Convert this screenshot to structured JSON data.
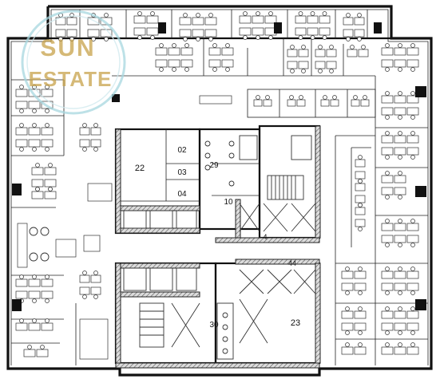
{
  "rooms": [
    {
      "id": "r22",
      "label": "22"
    },
    {
      "id": "r02",
      "label": "02"
    },
    {
      "id": "r03",
      "label": "03"
    },
    {
      "id": "r04",
      "label": "04"
    },
    {
      "id": "r29",
      "label": "29"
    },
    {
      "id": "r10",
      "label": "10"
    },
    {
      "id": "r30",
      "label": "30"
    },
    {
      "id": "r23",
      "label": "23"
    },
    {
      "id": "r44",
      "label": "44"
    },
    {
      "id": "r4",
      "label": "4"
    }
  ],
  "watermark": {
    "line1": "SUN",
    "line2": "ESTATE",
    "accent": "#c8a24a",
    "ring": "#a8d8e0"
  }
}
